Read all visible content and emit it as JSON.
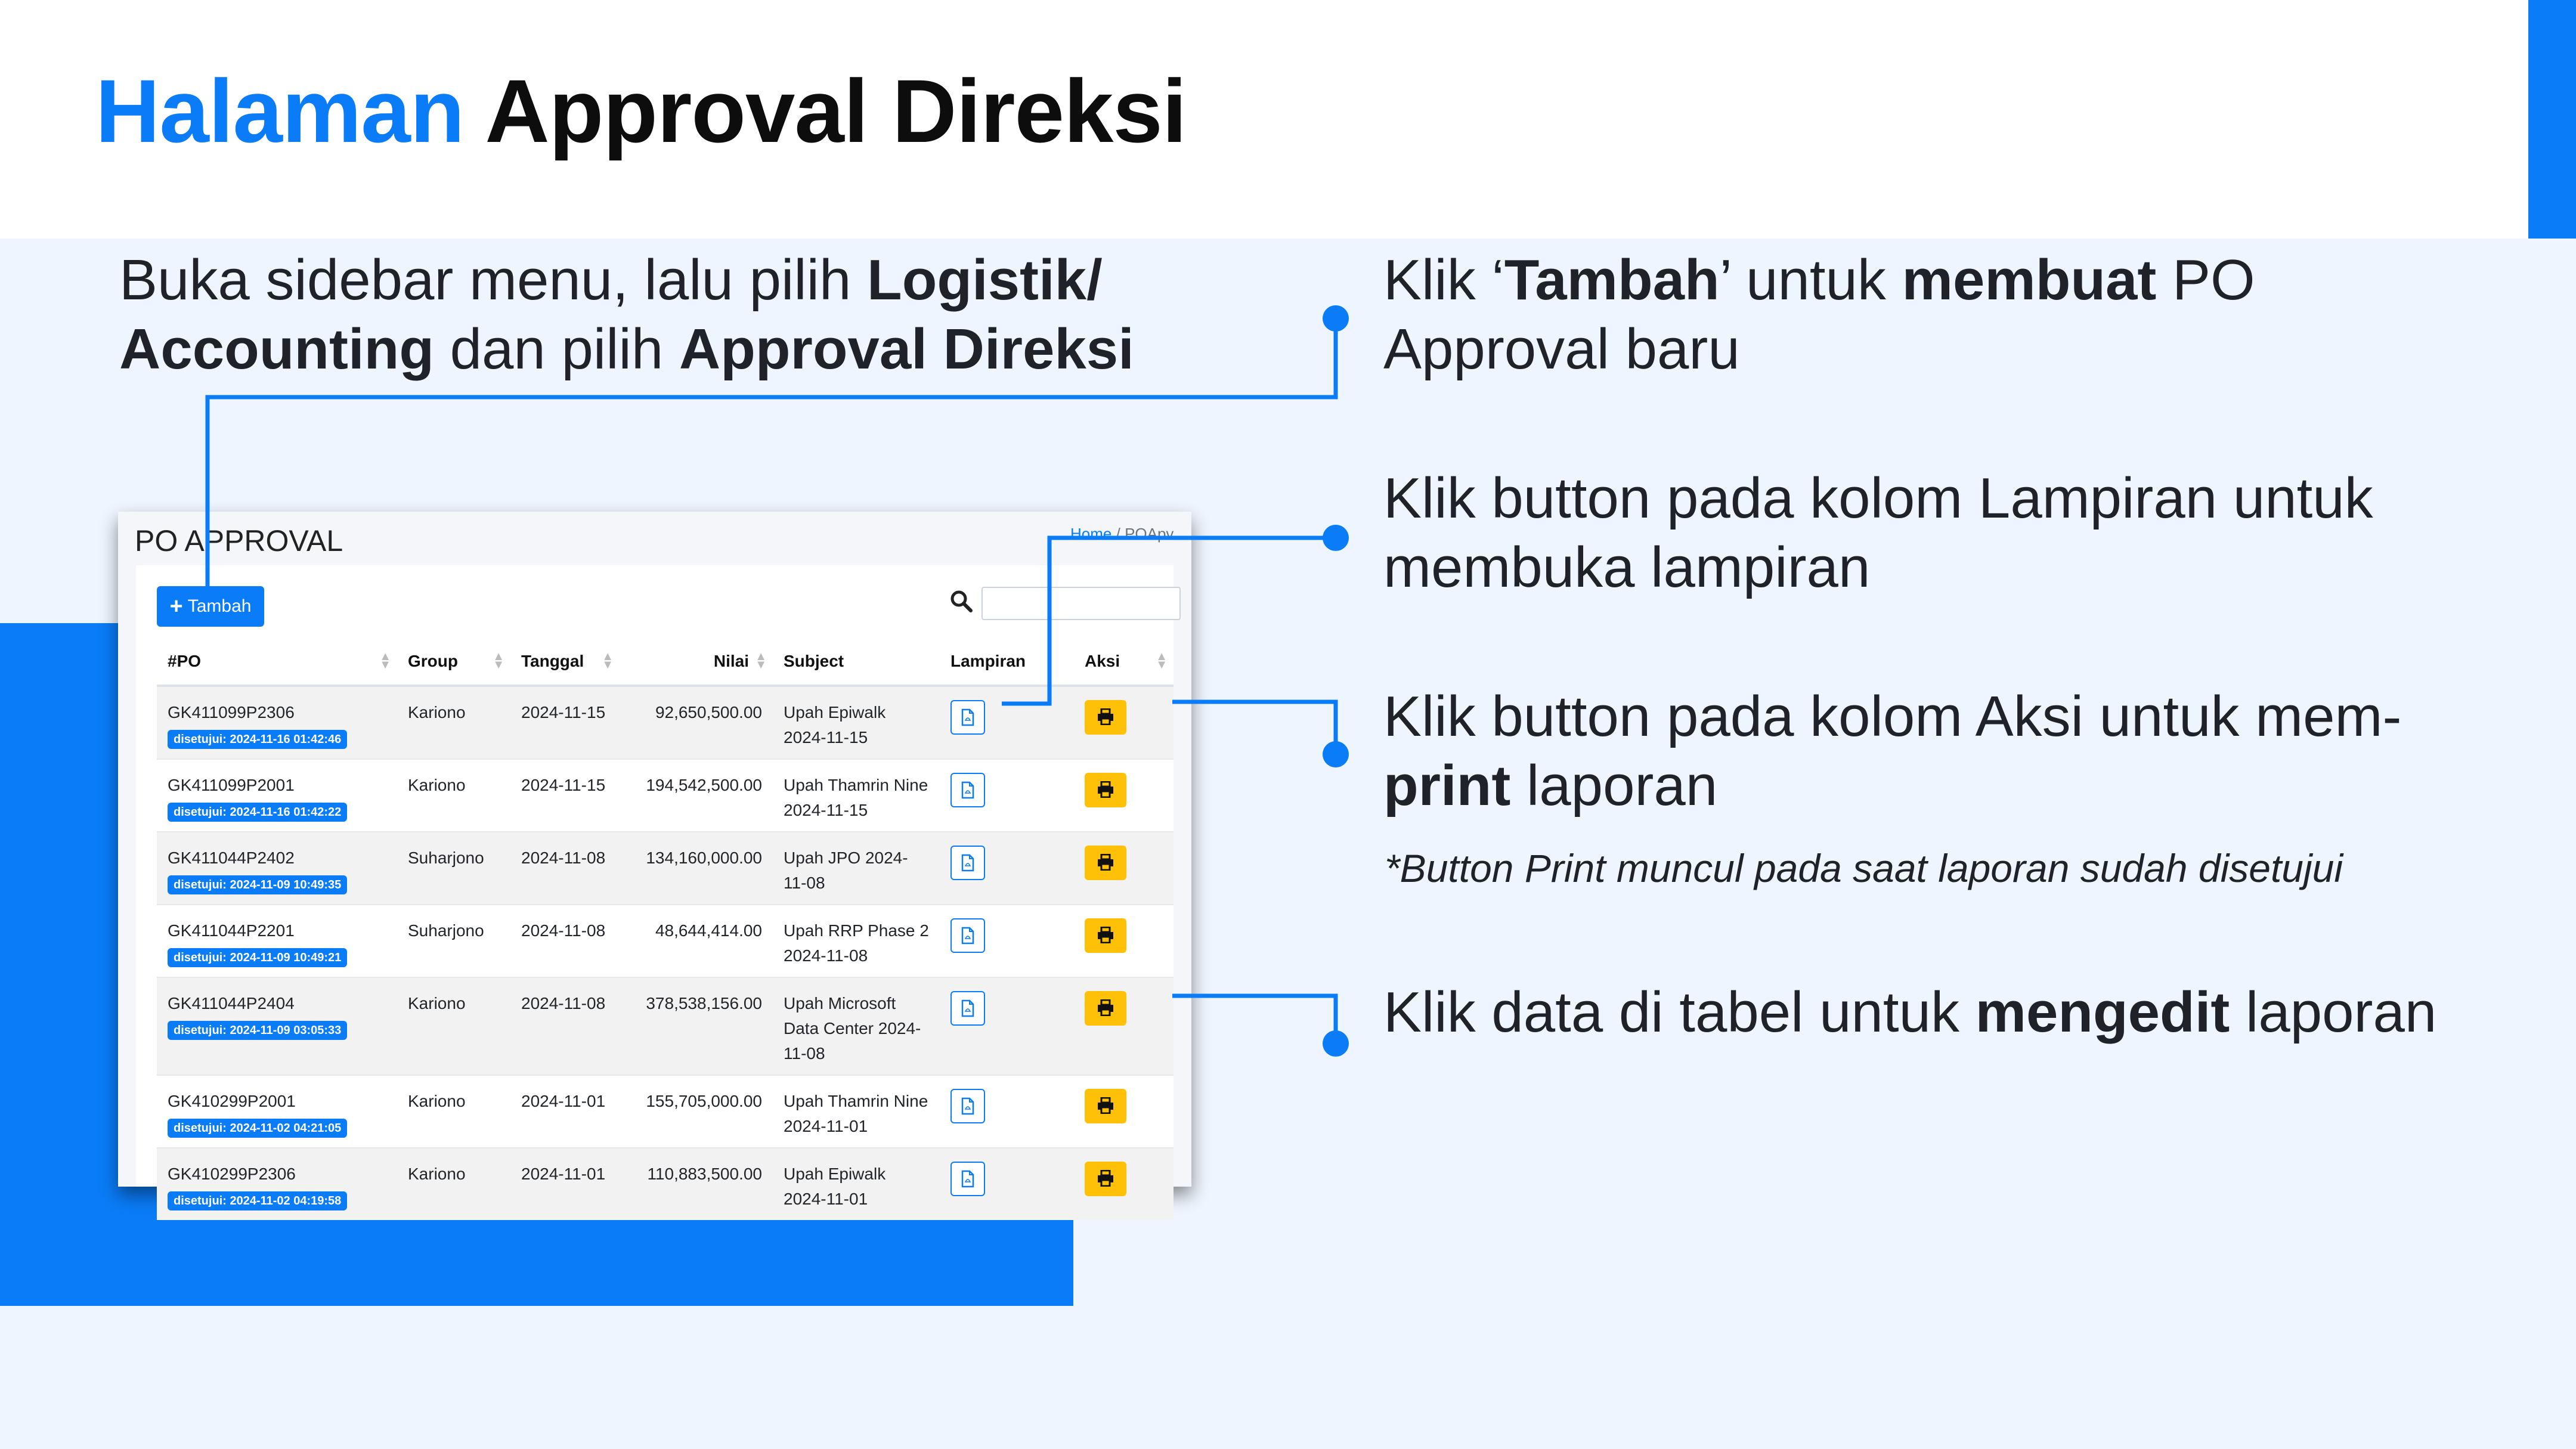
{
  "title": {
    "part1": "Halaman",
    "part2": "Approval Direksi"
  },
  "colors": {
    "accent": "#0a7cf7",
    "light_bg": "#eef5fe",
    "print_button": "#ffc107"
  },
  "instructions": {
    "sidebar": {
      "t1": "Buka sidebar menu, lalu pilih ",
      "b1": "Logistik/",
      "b2": "Accounting",
      "t2": " dan pilih ",
      "b3": "Approval Direksi"
    },
    "tambah": {
      "t1": "Klik ‘",
      "b1": "Tambah",
      "t2": "’ untuk ",
      "b2": "membuat",
      "t3": " PO Approval baru"
    },
    "lampiran": {
      "t1": "Klik button pada kolom Lampiran untuk membuka lampiran"
    },
    "aksi": {
      "t1": "Klik button pada kolom Aksi untuk mem-",
      "b1": "print",
      "t2": " laporan",
      "note": "*Button Print muncul pada saat laporan sudah disetujui"
    },
    "edit": {
      "t1": "Klik data di tabel untuk ",
      "b1": "mengedit",
      "t2": " laporan"
    }
  },
  "screenshot": {
    "page_title": "PO APPROVAL",
    "breadcrumb": {
      "home": "Home",
      "sep": "/",
      "current": "POApv"
    },
    "tambah_label": "Tambah",
    "search_icon": "search-icon",
    "columns": [
      "#PO",
      "Group",
      "Tanggal",
      "Nilai",
      "Subject",
      "Lampiran",
      "Aksi"
    ],
    "rows": [
      {
        "po": "GK411099P2306",
        "badge": "disetujui: 2024-11-16 01:42:46",
        "group": "Kariono",
        "tanggal": "2024-11-15",
        "nilai": "92,650,500.00",
        "subject": "Upah Epiwalk 2024-11-15"
      },
      {
        "po": "GK411099P2001",
        "badge": "disetujui: 2024-11-16 01:42:22",
        "group": "Kariono",
        "tanggal": "2024-11-15",
        "nilai": "194,542,500.00",
        "subject": "Upah Thamrin Nine 2024-11-15"
      },
      {
        "po": "GK411044P2402",
        "badge": "disetujui: 2024-11-09 10:49:35",
        "group": "Suharjono",
        "tanggal": "2024-11-08",
        "nilai": "134,160,000.00",
        "subject": "Upah JPO 2024-11-08"
      },
      {
        "po": "GK411044P2201",
        "badge": "disetujui: 2024-11-09 10:49:21",
        "group": "Suharjono",
        "tanggal": "2024-11-08",
        "nilai": "48,644,414.00",
        "subject": "Upah RRP Phase 2 2024-11-08"
      },
      {
        "po": "GK411044P2404",
        "badge": "disetujui: 2024-11-09 03:05:33",
        "group": "Kariono",
        "tanggal": "2024-11-08",
        "nilai": "378,538,156.00",
        "subject": "Upah Microsoft Data Center 2024-11-08"
      },
      {
        "po": "GK410299P2001",
        "badge": "disetujui: 2024-11-02 04:21:05",
        "group": "Kariono",
        "tanggal": "2024-11-01",
        "nilai": "155,705,000.00",
        "subject": "Upah Thamrin Nine 2024-11-01"
      },
      {
        "po": "GK410299P2306",
        "badge": "disetujui: 2024-11-02 04:19:58",
        "group": "Kariono",
        "tanggal": "2024-11-01",
        "nilai": "110,883,500.00",
        "subject": "Upah Epiwalk 2024-11-01"
      }
    ]
  }
}
